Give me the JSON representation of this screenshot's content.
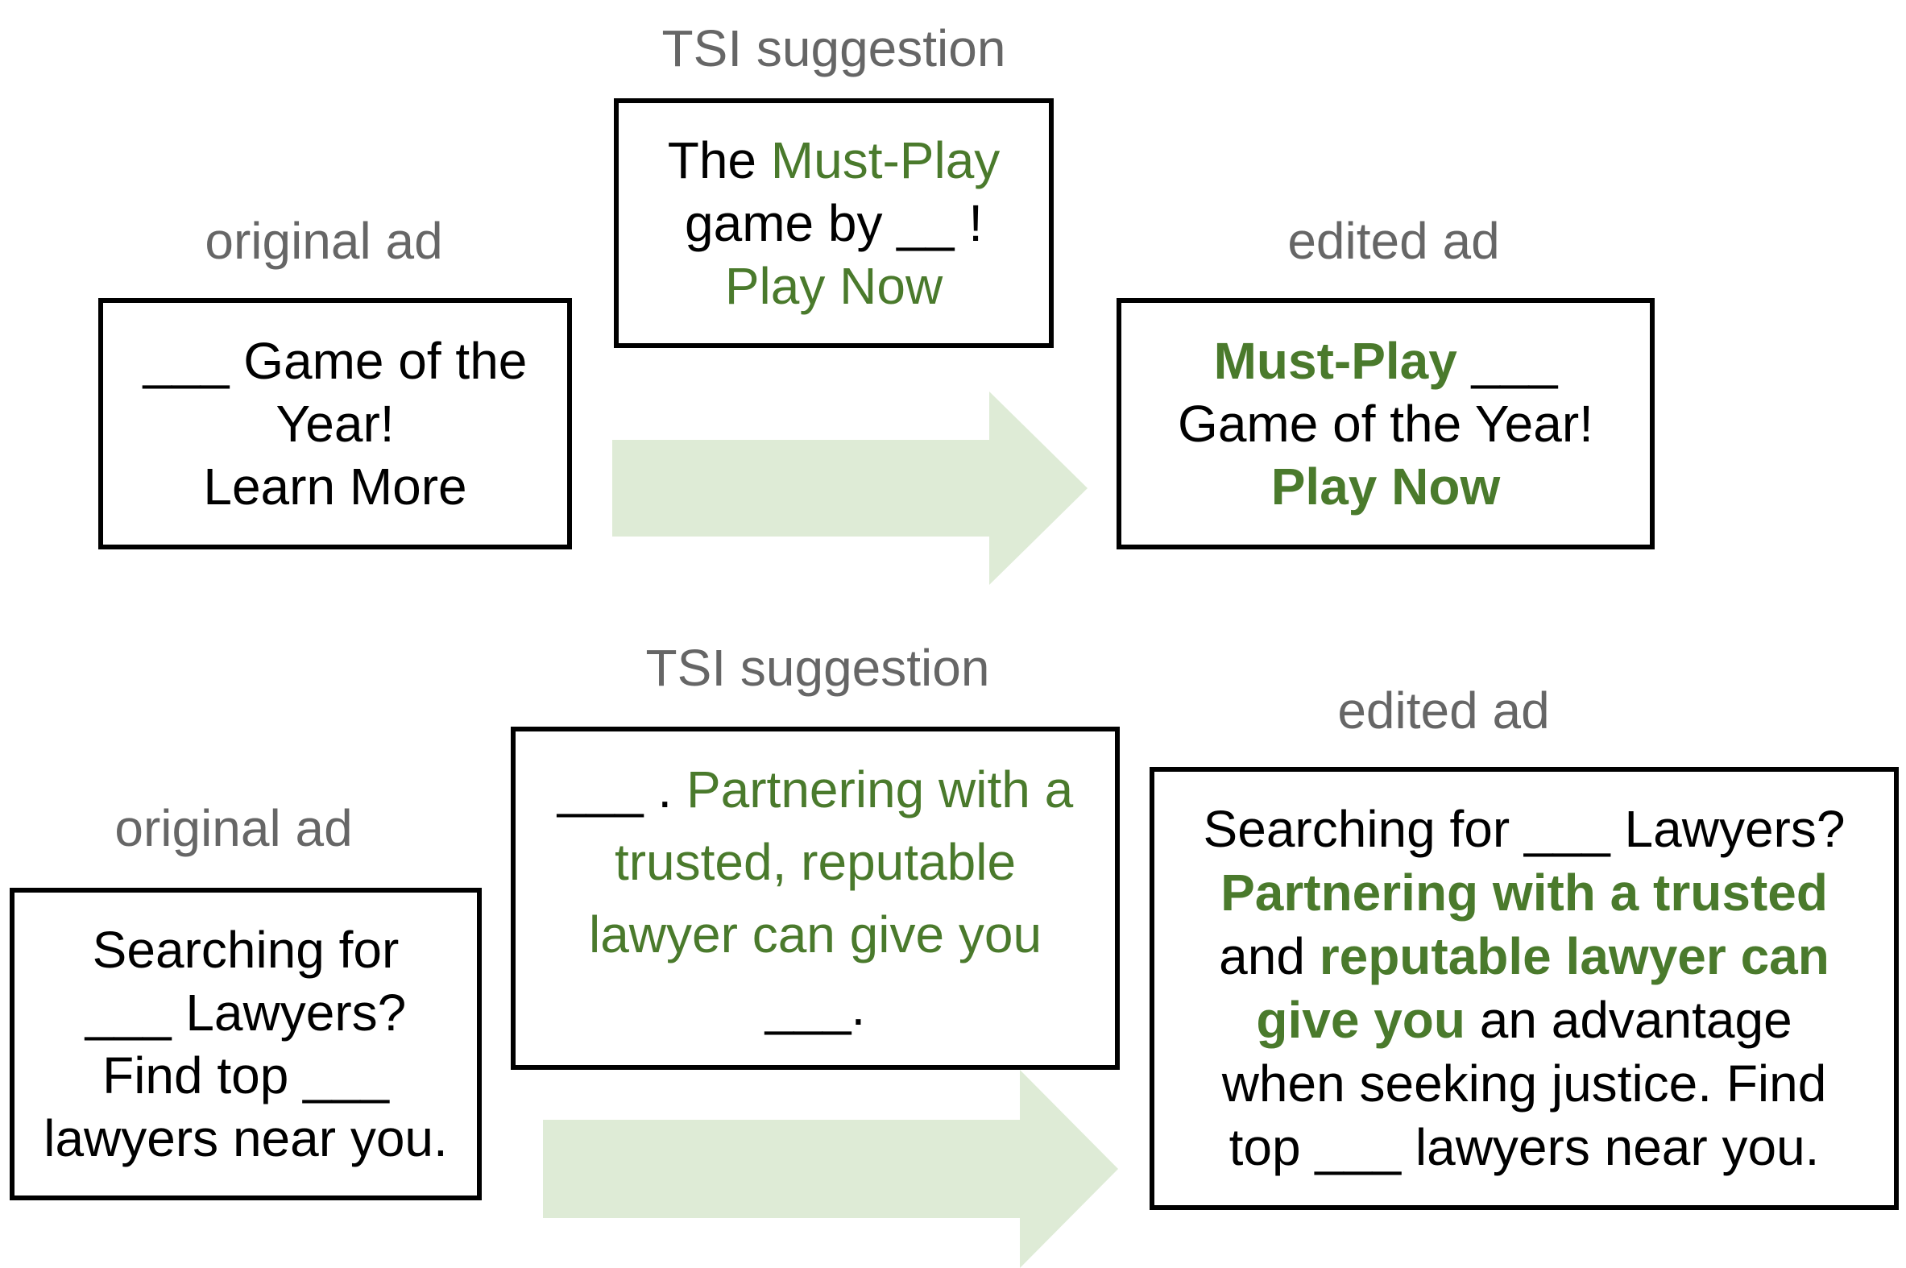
{
  "colors": {
    "highlight_green": "#4a7a2c",
    "label_gray": "#666666",
    "arrow_fill": "#deebd6",
    "border": "#000000"
  },
  "example1": {
    "original_label": "original ad",
    "original_ad": {
      "line1": "___ Game of the",
      "line2": "Year!",
      "line3": "Learn More"
    },
    "suggestion_label": "TSI suggestion",
    "suggestion": {
      "line1_a": "The ",
      "line1_b": "Must-Play",
      "line2": "game by __ !",
      "line3": "Play Now"
    },
    "edited_label": "edited ad",
    "edited_ad": {
      "line1_a": "Must-Play",
      "line1_b": " ___",
      "line2": "Game of the Year!",
      "line3": "Play Now"
    }
  },
  "example2": {
    "original_label": "original ad",
    "original_ad": {
      "line1": "Searching for",
      "line2": "___ Lawyers?",
      "line3": "Find top ___",
      "line4": "lawyers near you."
    },
    "suggestion_label": "TSI suggestion",
    "suggestion": {
      "line1_a": "___ . ",
      "line1_b": "Partnering with a",
      "line2": "trusted, reputable",
      "line3": "lawyer can give you",
      "line4": "___."
    },
    "edited_label": "edited ad",
    "edited_ad": {
      "line1": "Searching for ___ Lawyers?",
      "line2": "Partnering with a trusted",
      "line3_a": "and ",
      "line3_b": "reputable lawyer can",
      "line4_a": "give you",
      "line4_b": " an advantage",
      "line5": "when seeking justice. Find",
      "line6": "top ___ lawyers near you."
    }
  }
}
